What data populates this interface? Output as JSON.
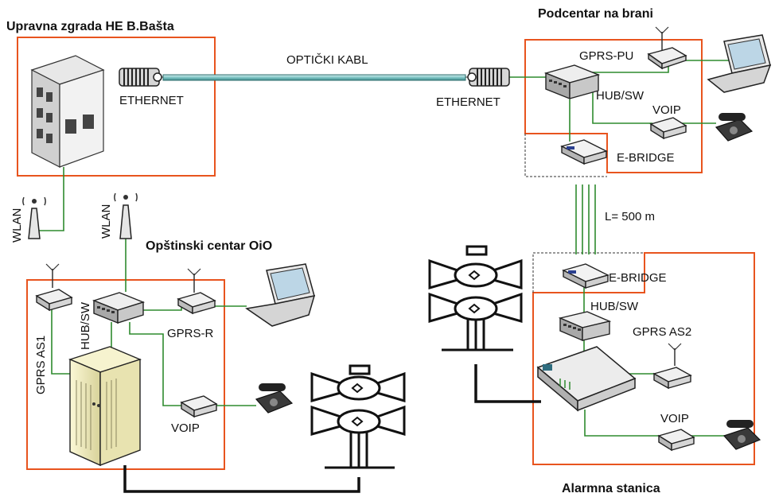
{
  "titles": {
    "upravna": "Upravna zgrada HE B.Bašta",
    "podcentar": "Podcentar na brani",
    "opstinski": "Opštinski centar OiO",
    "alarmna": "Alarmna stanica"
  },
  "labels": {
    "opticki_kabl": "OPTIČKI KABL",
    "ethernet_left": "ETHERNET",
    "ethernet_right": "ETHERNET",
    "gprs_pu": "GPRS-PU",
    "hub_sw_top": "HUB/SW",
    "voip_top": "VOIP",
    "ebridge_top": "E-BRIDGE",
    "distance": "L= 500 m",
    "ebridge_bottom": "E-BRIDGE",
    "hub_sw_right": "HUB/SW",
    "gprs_as2": "GPRS AS2",
    "voip_right": "VOIP",
    "wlan_1": "WLAN",
    "wlan_2": "WLAN",
    "gprs_as1": "GPRS AS1",
    "hub_sw_left": "HUB/SW",
    "gprs_r": "GPRS-R",
    "voip_left": "VOIP"
  },
  "colors": {
    "frame": "#e8541e",
    "link": "#2e8b2e",
    "cable": "#8fcfcf",
    "dark": "#111111"
  }
}
